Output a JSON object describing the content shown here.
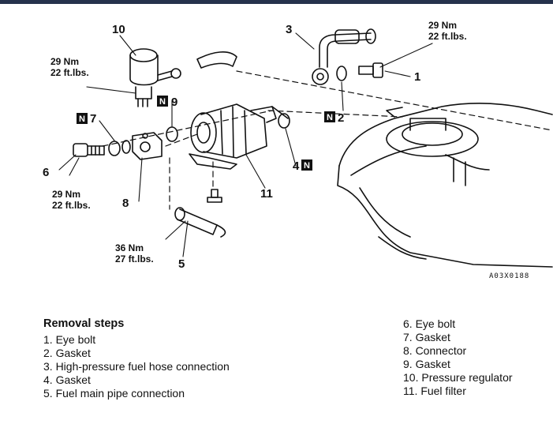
{
  "callouts": {
    "c1": "1",
    "c2": "2",
    "c3": "3",
    "c4": "4",
    "c5": "5",
    "c6": "6",
    "c7": "7",
    "c8": "8",
    "c9": "9",
    "c10": "10",
    "c11": "11"
  },
  "nbox_letter": "N",
  "torques": {
    "t_top_right": [
      "29 Nm",
      "22 ft.lbs."
    ],
    "t_regulator": [
      "29 Nm",
      "22 ft.lbs."
    ],
    "t_eyebolt6": [
      "29 Nm",
      "22 ft.lbs."
    ],
    "t_pipe5": [
      "36 Nm",
      "27 ft.lbs."
    ]
  },
  "figure_code": "A03X0188",
  "removal": {
    "title": "Removal steps",
    "left": [
      "1. Eye bolt",
      "2. Gasket",
      "3. High-pressure fuel hose connection",
      "4. Gasket",
      "5. Fuel main pipe connection"
    ],
    "right": [
      "6. Eye bolt",
      "7. Gasket",
      "8. Connector",
      "9. Gasket",
      "10. Pressure regulator",
      "11. Fuel filter"
    ]
  }
}
